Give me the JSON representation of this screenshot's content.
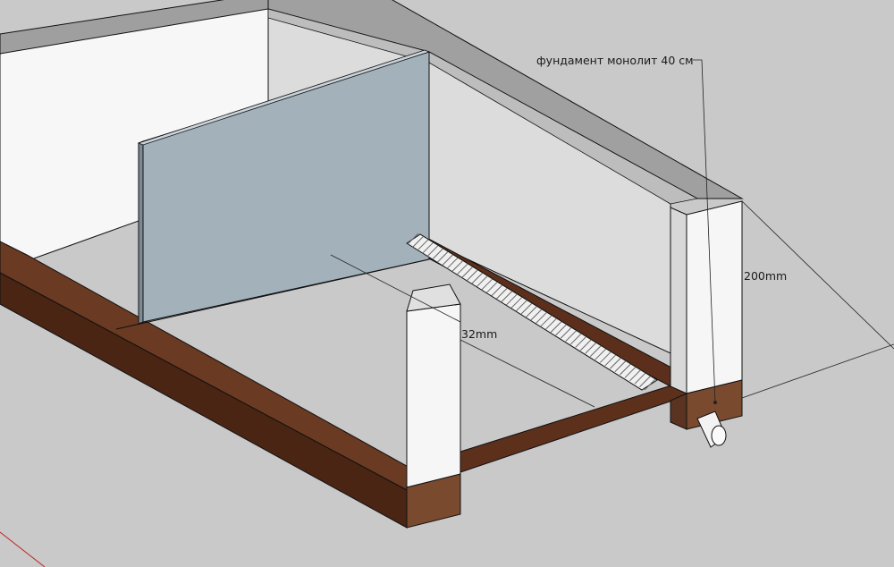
{
  "annotations": {
    "foundation_label": "фундамент монолит 40 см",
    "dim_height_label": "200mm",
    "dim_width_label": "32mm"
  },
  "colors": {
    "background": "#c9c9c9",
    "floor": "#c9c9c9",
    "wall_white": "#f4f4f4",
    "wall_shade": "#dcdcdc",
    "wall_top": "#9a9a9a",
    "panel_blue": "#a3b1ba",
    "beam_brown": "#5b2f1b",
    "beam_brown_dark": "#3f1f10",
    "beam_brown_light": "#7a4a2f",
    "edge": "#111111",
    "axis_red": "#c22020"
  }
}
